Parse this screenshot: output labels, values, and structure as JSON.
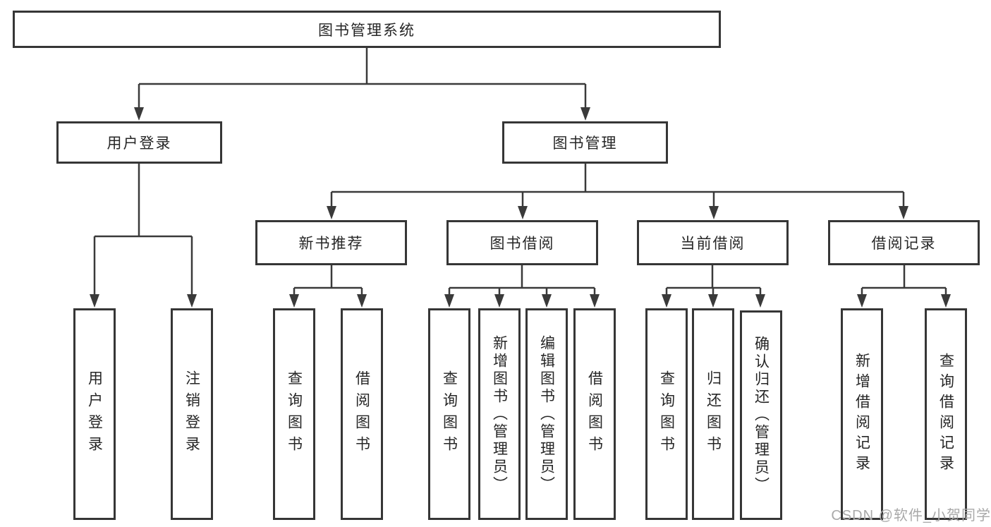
{
  "diagram_title": "图书管理系统",
  "tree": {
    "label": "图书管理系统",
    "children": [
      {
        "label": "用户登录",
        "children": [
          {
            "label": "用户登录"
          },
          {
            "label": "注销登录"
          }
        ]
      },
      {
        "label": "图书管理",
        "children": [
          {
            "label": "新书推荐",
            "children": [
              {
                "label": "查询图书"
              },
              {
                "label": "借阅图书"
              }
            ]
          },
          {
            "label": "图书借阅",
            "children": [
              {
                "label": "查询图书"
              },
              {
                "label": "新增图书（管理员）"
              },
              {
                "label": "编辑图书（管理员）"
              },
              {
                "label": "借阅图书"
              }
            ]
          },
          {
            "label": "当前借阅",
            "children": [
              {
                "label": "查询图书"
              },
              {
                "label": "归还图书"
              },
              {
                "label": "确认归还（管理员）"
              }
            ]
          },
          {
            "label": "借阅记录",
            "children": [
              {
                "label": "新增借阅记录"
              },
              {
                "label": "查询借阅记录"
              }
            ]
          }
        ]
      }
    ]
  },
  "watermark": "CSDN @软件_小贺同学",
  "colors": {
    "line": "#3a3a3a",
    "box_border": "#363636",
    "text": "#262626",
    "watermark": "#a9a9a9",
    "background": "#ffffff"
  }
}
